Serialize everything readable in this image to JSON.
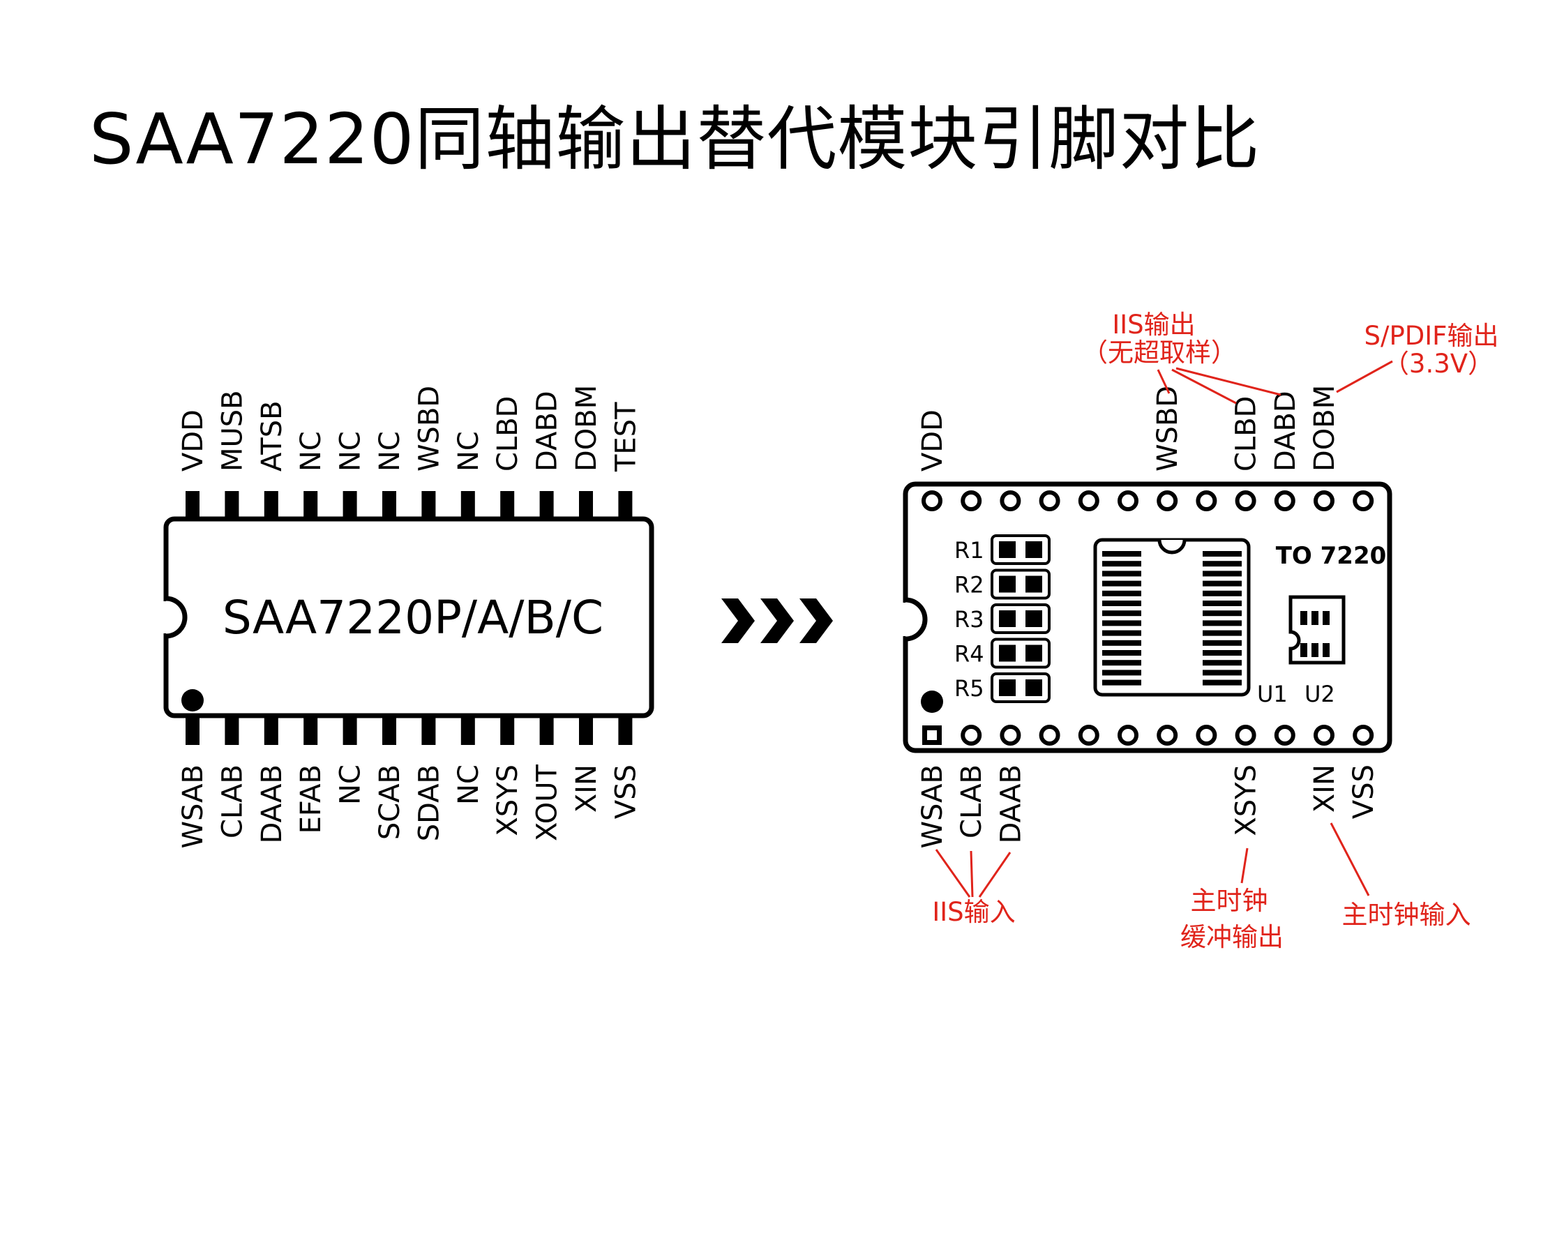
{
  "title": "SAA7220同轴输出替代模块引脚对比",
  "colors": {
    "outline": "#000000",
    "annotation": "#e0241b",
    "background": "#ffffff"
  },
  "left_chip": {
    "label": "SAA7220P/A/B/C",
    "top_pins": [
      "VDD",
      "MUSB",
      "ATSB",
      "NC",
      "NC",
      "NC",
      "WSBD",
      "NC",
      "CLBD",
      "DABD",
      "DOBM",
      "TEST"
    ],
    "bottom_pins": [
      "WSAB",
      "CLAB",
      "DAAB",
      "EFAB",
      "NC",
      "SCAB",
      "SDAB",
      "NC",
      "XSYS",
      "XOUT",
      "XIN",
      "VSS"
    ]
  },
  "arrow": {
    "glyph": "❯❯❯",
    "icon": "triple-chevron-right-icon"
  },
  "module": {
    "board_label": "TO 7220",
    "resistors": [
      "R1",
      "R2",
      "R3",
      "R4",
      "R5"
    ],
    "u1_label": "U1",
    "u2_label": "U2",
    "top_pins": [
      "VDD",
      "",
      "",
      "",
      "",
      "",
      "WSBD",
      "",
      "CLBD",
      "DABD",
      "DOBM",
      ""
    ],
    "bottom_pins": [
      "WSAB",
      "CLAB",
      "DAAB",
      "",
      "",
      "",
      "",
      "",
      "XSYS",
      "",
      "XIN",
      "VSS"
    ]
  },
  "annotations": {
    "iis_out_line1": "IIS输出",
    "iis_out_line2": "（无超取样）",
    "spdif_line1": "S/PDIF输出",
    "spdif_line2": "（3.3V）",
    "iis_in": "IIS输入",
    "clock_buffer_line1": "主时钟",
    "clock_buffer_line2": "缓冲输出",
    "clock_in": "主时钟输入"
  }
}
